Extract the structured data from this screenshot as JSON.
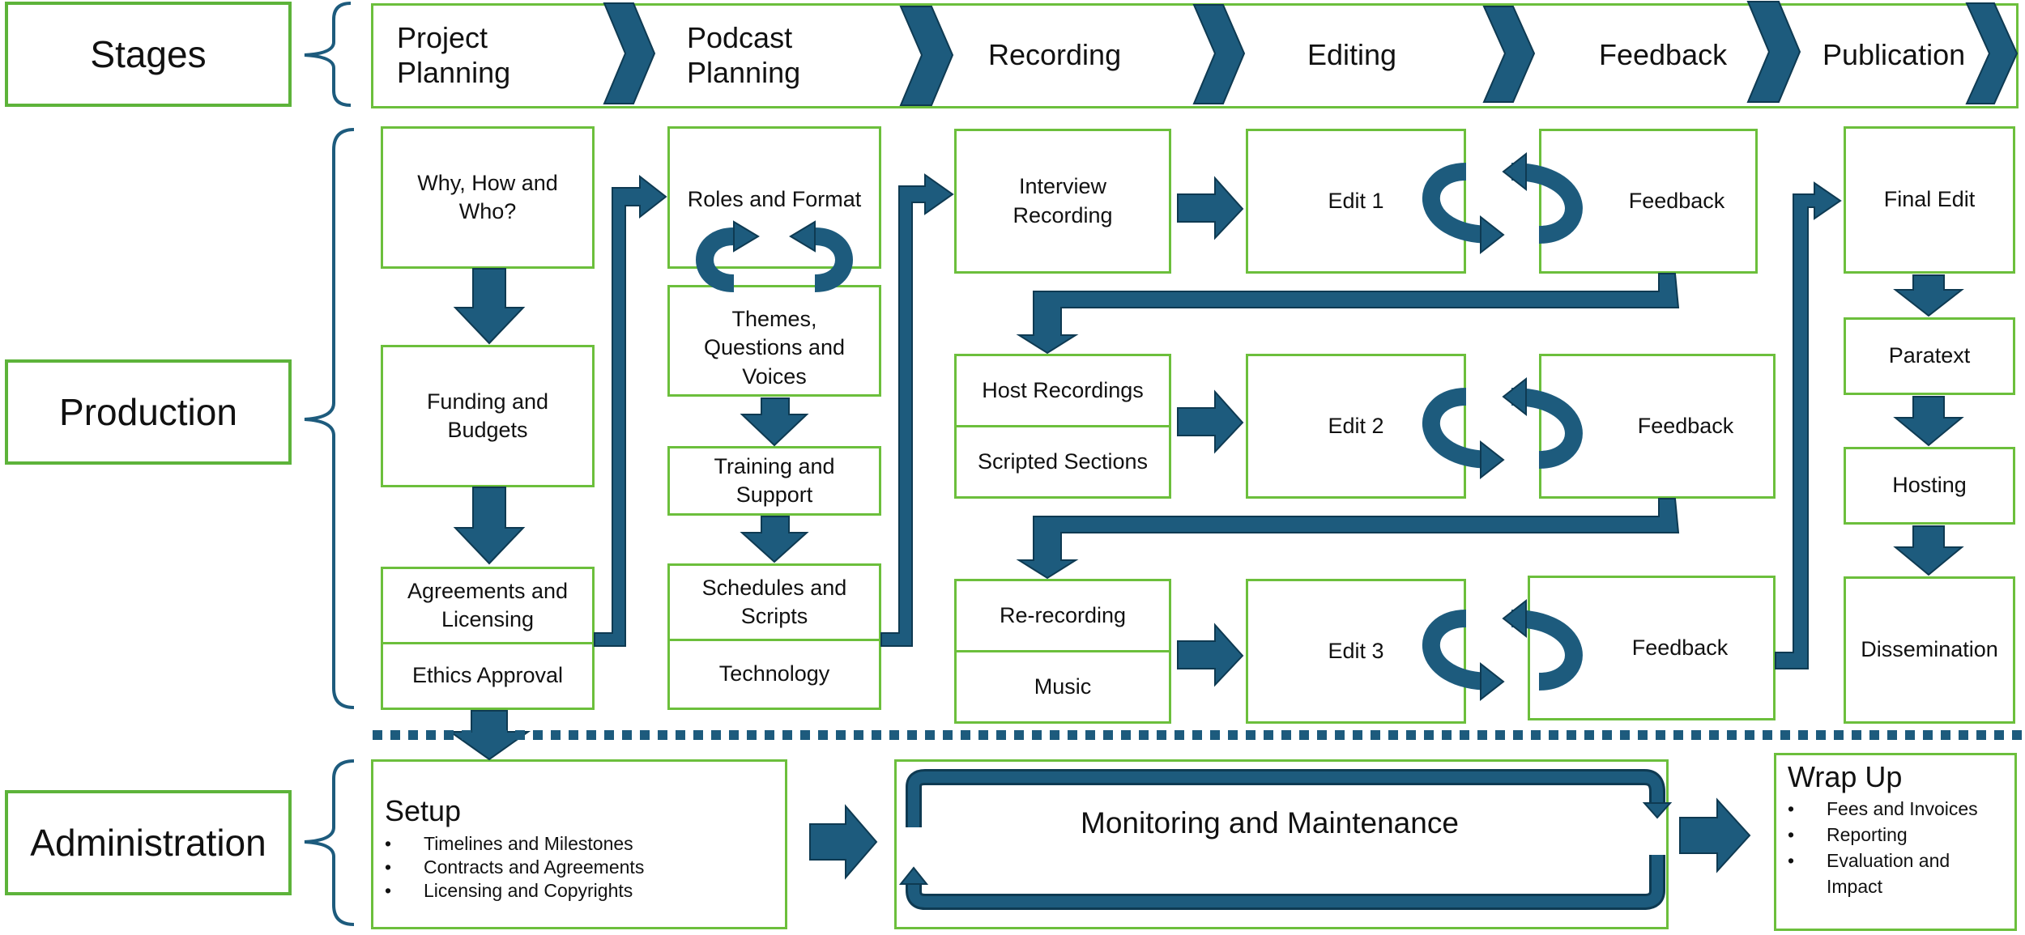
{
  "labels": {
    "stages": "Stages",
    "production": "Production",
    "administration": "Administration"
  },
  "stages": [
    "Project\nPlanning",
    "Podcast\nPlanning",
    "Recording",
    "Editing",
    "Feedback",
    "Publication"
  ],
  "production": {
    "project_planning": {
      "why": "Why, How and\nWho?",
      "funding": "Funding and\nBudgets",
      "agreements": "Agreements and\nLicensing",
      "ethics": "Ethics Approval"
    },
    "podcast_planning": {
      "roles": "Roles and Format",
      "themes": "Themes,\nQuestions and\nVoices",
      "training": "Training and\nSupport",
      "schedules": "Schedules and\nScripts",
      "technology": "Technology"
    },
    "recording": {
      "interview": "Interview\nRecording",
      "host": "Host Recordings",
      "scripted": "Scripted Sections",
      "rerecording": "Re-recording",
      "music": "Music"
    },
    "editing": {
      "edit1": "Edit 1",
      "edit2": "Edit 2",
      "edit3": "Edit 3"
    },
    "feedback": {
      "fb1": "Feedback",
      "fb2": "Feedback",
      "fb3": "Feedback"
    },
    "publication": {
      "final": "Final Edit",
      "paratext": "Paratext",
      "hosting": "Hosting",
      "dissemination": "Dissemination"
    }
  },
  "administration": {
    "setup": {
      "title": "Setup",
      "items": [
        "Timelines and Milestones",
        "Contracts and Agreements",
        "Licensing and Copyrights"
      ]
    },
    "monitoring": "Monitoring and Maintenance",
    "wrapup": {
      "title": "Wrap Up",
      "items": [
        "Fees and Invoices",
        "Reporting",
        "Evaluation and\nImpact"
      ]
    }
  },
  "colors": {
    "box_border": "#6cbf3c",
    "arrow_fill": "#1d5b7d",
    "arrow_stroke": "#0e3a52",
    "divider": "#1d5b7d"
  }
}
